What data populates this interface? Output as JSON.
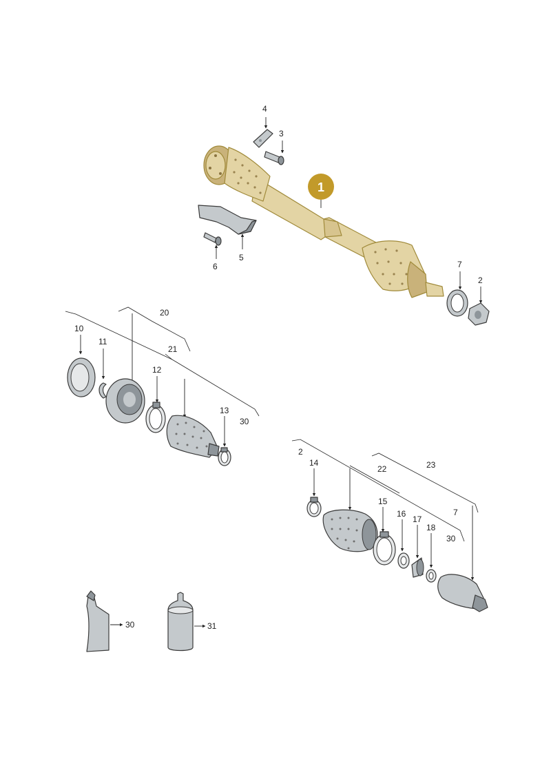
{
  "colors": {
    "highlight_fill": "#e3d4a4",
    "highlight_dark": "#c9b27a",
    "callout_badge": "#c29a2a",
    "part_grey": "#c4c9cc",
    "part_dark": "#8e959a",
    "line": "#222222"
  },
  "callout": {
    "number": "1"
  },
  "labels": {
    "l2a": "2",
    "l2b": "2",
    "l3": "3",
    "l4": "4",
    "l5": "5",
    "l6": "6",
    "l7a": "7",
    "l7b": "7",
    "l10": "10",
    "l11": "11",
    "l12": "12",
    "l13": "13",
    "l14": "14",
    "l15": "15",
    "l16": "16",
    "l17": "17",
    "l18": "18",
    "l20": "20",
    "l21": "21",
    "l22": "22",
    "l23": "23",
    "l30a": "30",
    "l30b": "30",
    "l30c": "30",
    "l31": "31"
  }
}
